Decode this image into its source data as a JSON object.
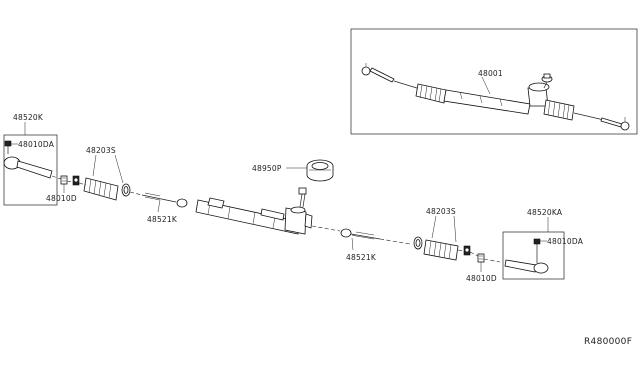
{
  "labels": {
    "assembly": "48001",
    "tie_rod_end_left": "48520K",
    "lock_nut_left_top": "48010DA",
    "lock_nut_left_bottom": "48010D",
    "boot_left": "48203S",
    "inner_socket_left": "48521K",
    "pinion_seal": "48950P",
    "inner_socket_right": "48521K",
    "boot_right": "48203S",
    "tie_rod_end_right": "48520KA",
    "lock_nut_right_top": "48010DA",
    "lock_nut_right_bottom": "48010D"
  },
  "diagram_ref": "R480000F"
}
